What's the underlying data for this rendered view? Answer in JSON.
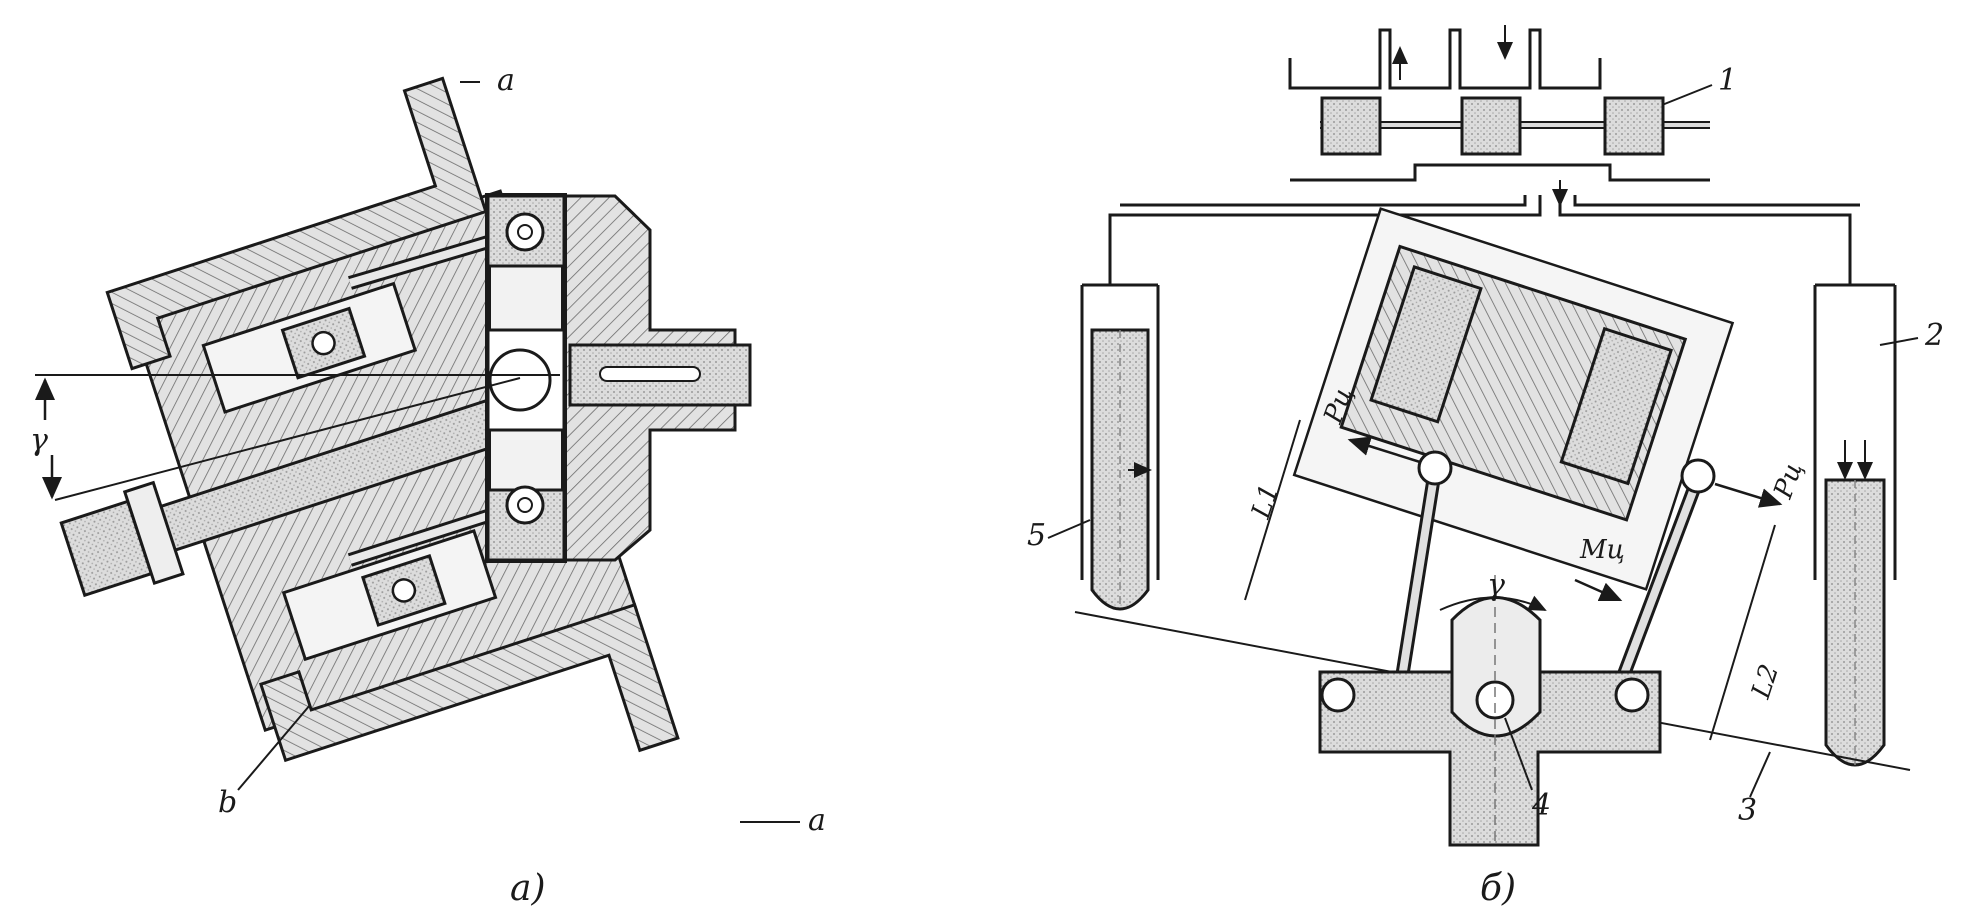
{
  "figure_a": {
    "caption": "a)",
    "labels": {
      "port_top": "a",
      "port_bottom": "a",
      "block": "b",
      "angle": "γ"
    }
  },
  "figure_b": {
    "caption": "б)",
    "labels": {
      "valve": "1",
      "cylinder_right": "2",
      "plate": "3",
      "pivot": "4",
      "cylinder_left": "5",
      "force_left": "Pц",
      "force_right": "Pц",
      "moment": "Mц",
      "angle": "γ",
      "len_1": "L1",
      "len_2": "L2"
    }
  },
  "colors": {
    "ink": "#1a1a1a",
    "hatch": "#6b6b6b",
    "paper": "#ffffff",
    "shade": "#b8b8b8"
  }
}
